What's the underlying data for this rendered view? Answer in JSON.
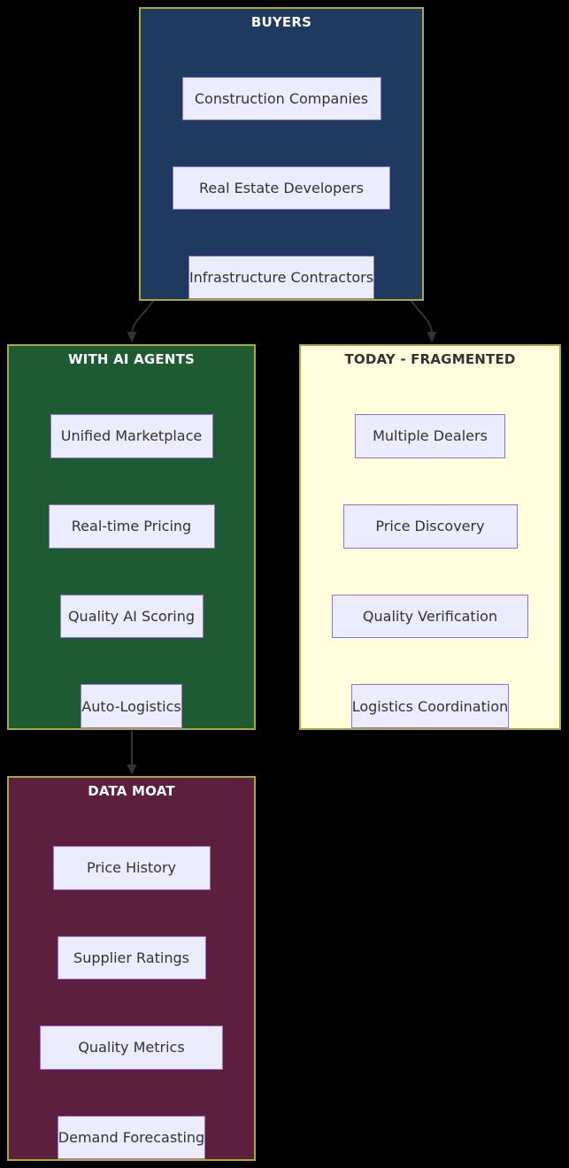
{
  "diagram": {
    "type": "flowchart",
    "background": "#000000",
    "node_fill": "#ECECFF",
    "node_border": "#9370DB",
    "node_text_color": "#333333",
    "cluster_border": "#AAAA33",
    "edge_color": "#333333",
    "groups": [
      {
        "id": "buyers",
        "title": "BUYERS",
        "fill": "#1F3A5F",
        "title_color": "#FFFFFF",
        "items": [
          "Construction Companies",
          "Real Estate Developers",
          "Infrastructure Contractors"
        ]
      },
      {
        "id": "with-ai-agents",
        "title": "WITH AI AGENTS",
        "fill": "#1E5B32",
        "title_color": "#FFFFFF",
        "items": [
          "Unified Marketplace",
          "Real-time Pricing",
          "Quality AI Scoring",
          "Auto-Logistics"
        ]
      },
      {
        "id": "today-fragmented",
        "title": "TODAY - FRAGMENTED",
        "fill": "#FFFFDE",
        "title_color": "#333333",
        "items": [
          "Multiple Dealers",
          "Price Discovery",
          "Quality Verification",
          "Logistics Coordination"
        ]
      },
      {
        "id": "data-moat",
        "title": "DATA MOAT",
        "fill": "#5C1F3D",
        "title_color": "#FFFFFF",
        "items": [
          "Price History",
          "Supplier Ratings",
          "Quality Metrics",
          "Demand Forecasting"
        ]
      }
    ],
    "edges": [
      {
        "from": "BUYERS",
        "to": "WITH AI AGENTS"
      },
      {
        "from": "BUYERS",
        "to": "TODAY - FRAGMENTED"
      },
      {
        "from": "WITH AI AGENTS",
        "to": "DATA MOAT"
      }
    ]
  }
}
